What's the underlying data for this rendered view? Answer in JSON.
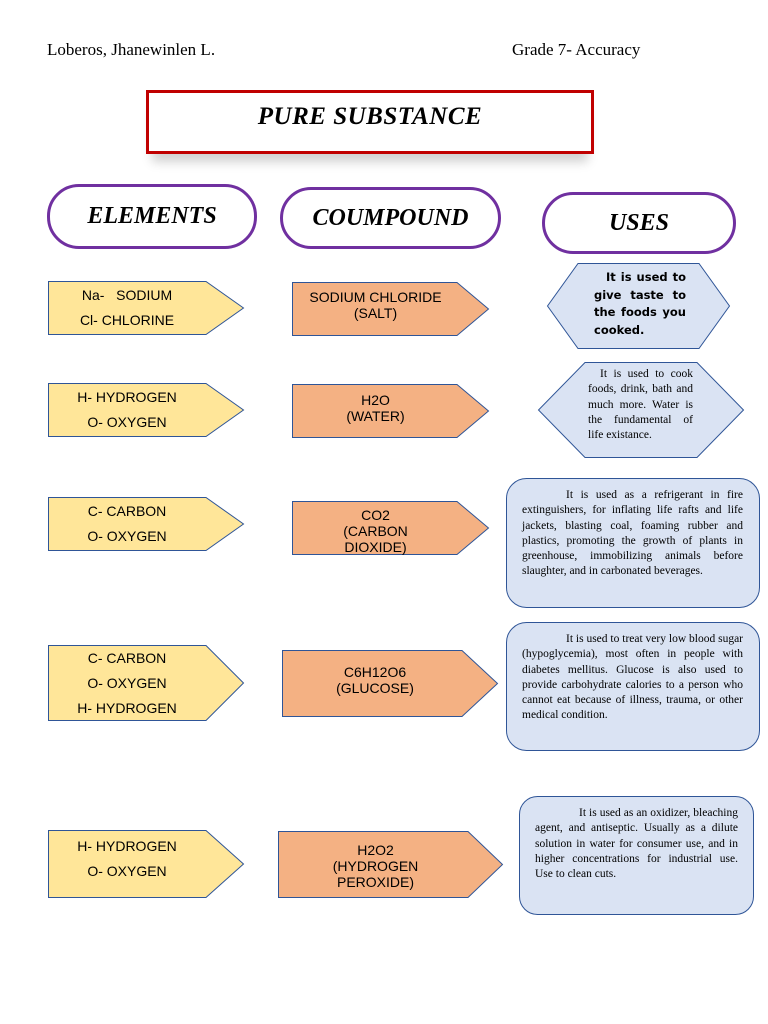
{
  "header": {
    "student": "Loberos, Jhanewinlen L.",
    "grade": "Grade 7- Accuracy"
  },
  "title": "PURE SUBSTANCE",
  "columns": {
    "elements": "ELEMENTS",
    "compound": "COUMPOUND",
    "uses": "USES"
  },
  "colors": {
    "element_fill": "#ffe699",
    "compound_fill": "#f4b183",
    "uses_fill": "#dae3f3",
    "outline": "#2f5597",
    "pill_border": "#7030a0",
    "title_border": "#c00000"
  },
  "rows": [
    {
      "elements": [
        "Na-   SODIUM",
        "Cl- CHLORINE"
      ],
      "compound": [
        "SODIUM CHLORIDE",
        "(SALT)"
      ],
      "use": "It is used to give taste to the foods you cooked."
    },
    {
      "elements": [
        "H- HYDROGEN",
        "O- OXYGEN"
      ],
      "compound": [
        "H2O",
        "(WATER)"
      ],
      "use": "It is used to cook foods, drink, bath and much more. Water is the fundamental of life existance."
    },
    {
      "elements": [
        "C- CARBON",
        "O- OXYGEN"
      ],
      "compound": [
        "CO2",
        "(CARBON",
        "DIOXIDE)"
      ],
      "use": "It is used as a refrigerant in fire extinguishers, for inflating life rafts and life jackets, blasting coal, foaming rubber and plastics, promoting the growth of plants in greenhouse, immobilizing animals before slaughter, and in carbonated beverages."
    },
    {
      "elements": [
        "C- CARBON",
        "O- OXYGEN",
        "H- HYDROGEN"
      ],
      "compound": [
        "C6H12O6",
        "(GLUCOSE)"
      ],
      "use": "It is used to treat very low blood sugar (hypoglycemia), most often in people with diabetes mellitus. Glucose is also used to provide carbohydrate calories to a person who cannot eat because of illness, trauma, or other medical condition."
    },
    {
      "elements": [
        "H- HYDROGEN",
        "O- OXYGEN"
      ],
      "compound": [
        "H2O2",
        "(HYDROGEN",
        "PEROXIDE)"
      ],
      "use": "It is used as an oxidizer, bleaching agent, and antiseptic. Usually as a dilute solution in water for consumer use, and in higher concentrations for industrial use. Use to clean cuts."
    }
  ]
}
